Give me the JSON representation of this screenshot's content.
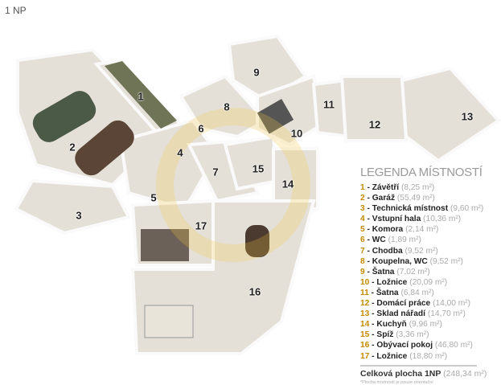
{
  "floor_label": "1 NP",
  "legend": {
    "title": "LEGENDA MÍSTNOSTÍ",
    "accent_color": "#c58a00",
    "items": [
      {
        "num": "1",
        "name": "Závětří",
        "area": "(8,25 m²)"
      },
      {
        "num": "2",
        "name": "Garáž",
        "area": "(55,49 m²)"
      },
      {
        "num": "3",
        "name": "Technická místnost",
        "area": "(9,60 m²)"
      },
      {
        "num": "4",
        "name": "Vstupní hala",
        "area": "(10,36 m²)"
      },
      {
        "num": "5",
        "name": "Komora",
        "area": "(2,14 m²)"
      },
      {
        "num": "6",
        "name": "WC",
        "area": "(1,89 m²)"
      },
      {
        "num": "7",
        "name": "Chodba",
        "area": "(9,52 m²)"
      },
      {
        "num": "8",
        "name": "Koupelna, WC",
        "area": "(9,52 m²)"
      },
      {
        "num": "9",
        "name": "Šatna",
        "area": "(7,02 m²)"
      },
      {
        "num": "10",
        "name": "Ložnice",
        "area": "(20,09 m²)"
      },
      {
        "num": "11",
        "name": "Šatna",
        "area": "(6,84 m²)"
      },
      {
        "num": "12",
        "name": "Domácí práce",
        "area": "(14,00 m²)"
      },
      {
        "num": "13",
        "name": "Sklad nářadí",
        "area": "(14,70 m²)"
      },
      {
        "num": "14",
        "name": "Kuchyň",
        "area": "(9,96 m²)"
      },
      {
        "num": "15",
        "name": "Spíž",
        "area": "(3,36 m²)"
      },
      {
        "num": "16",
        "name": "Obývací pokoj",
        "area": "(46,80 m²)"
      },
      {
        "num": "17",
        "name": "Ložnice",
        "area": "(18,80 m²)"
      }
    ],
    "total_label": "Celková plocha 1NP",
    "total_area": "(248,34 m²)",
    "note": "*Plocha místností je pouze orientační"
  }
}
